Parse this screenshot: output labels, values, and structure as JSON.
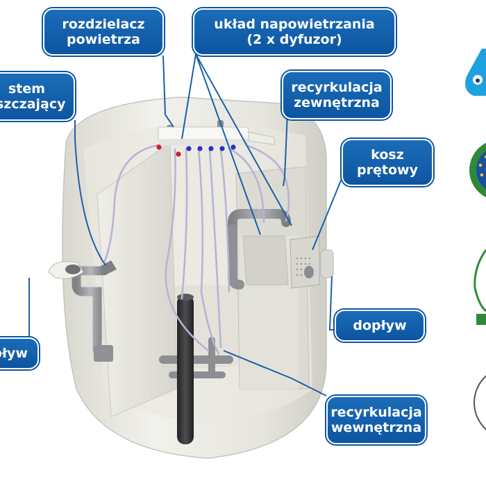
{
  "labels": {
    "air_distributor": [
      "rozdzielacz",
      "powietrza"
    ],
    "aeration_system": [
      "układ napowietrzania",
      "(2 x dyfuzor)"
    ],
    "cleaning_system": [
      "stem",
      "szczający"
    ],
    "external_recirculation": [
      "recyrkulacja",
      "zewnętrzna"
    ],
    "bar_screen": [
      "kosz",
      "prętowy"
    ],
    "inflow": [
      "dopływ"
    ],
    "outflow": [
      "pływ"
    ],
    "internal_recirculation": [
      "recyrkulacja",
      "wewnętrzna"
    ]
  },
  "colors": {
    "callout_fill": "#1467b3",
    "callout_border": "#0d55a0",
    "leader_line": "#1a5fa8",
    "tank_body": "#e7e6df",
    "tank_shadow": "#c9c8c0",
    "pipe": "#9a9c9f",
    "dark_pipe": "#3a3b3d",
    "hose": "#b9b2d4",
    "marker_red": "#d01f2a",
    "marker_blue": "#2a2fc7",
    "cert_green": "#2e8a3a",
    "cert_blue": "#1b4fa0"
  },
  "icons": [
    "water-drop-mascot-icon",
    "eu-flag-badge-icon",
    "environmental-certificate-icon",
    "round-seal-icon"
  ]
}
